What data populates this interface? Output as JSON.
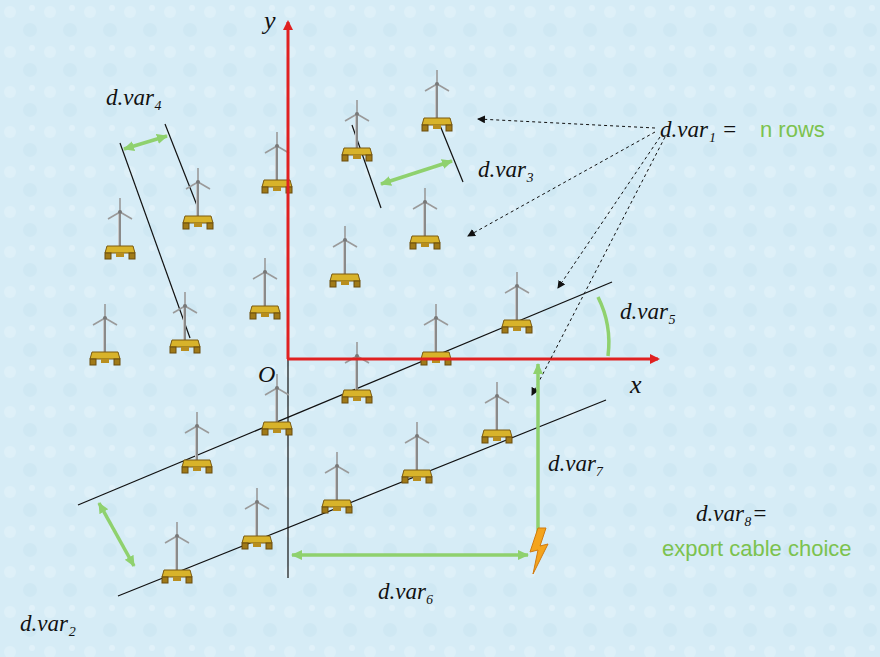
{
  "diagram": {
    "labels": [
      "y",
      "O",
      "x",
      "d.var₁ =",
      "n rows",
      "d.var₂",
      "d.var₃",
      "d.var₄",
      "d.var₅",
      "d.var₆",
      "d.var₇",
      "d.var₈=",
      "export cable choice"
    ]
  }
}
